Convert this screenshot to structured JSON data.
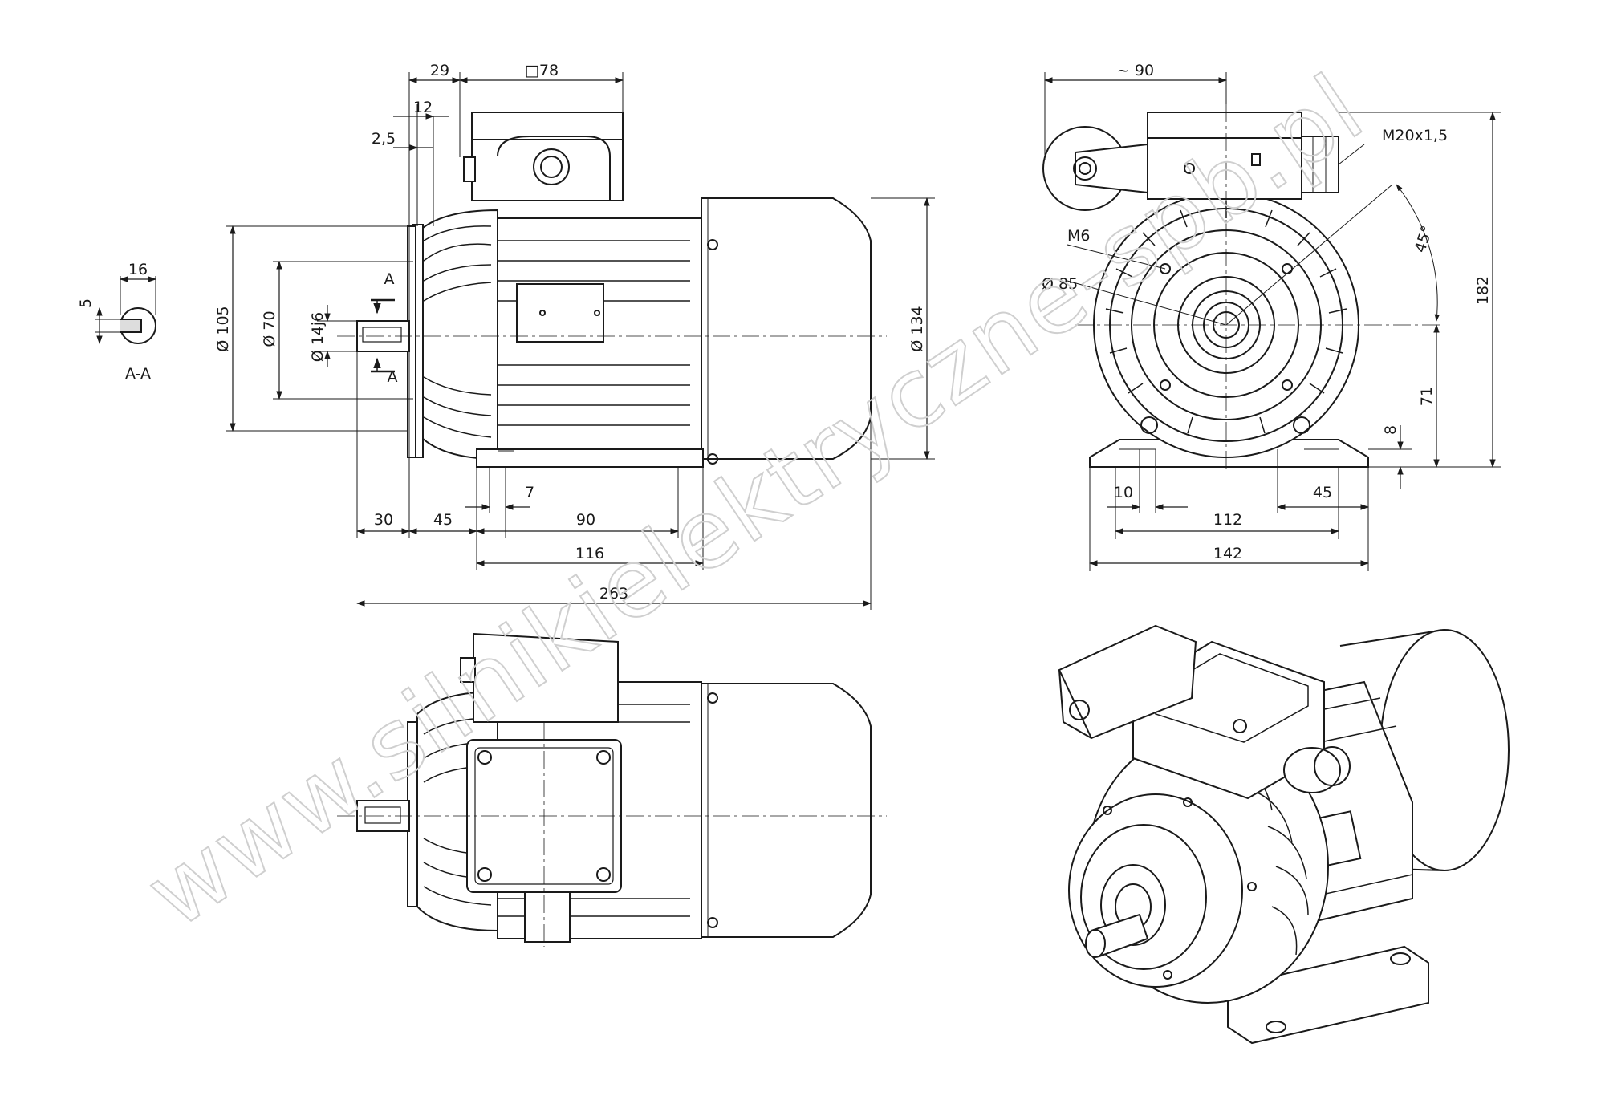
{
  "watermark": "www.silnikielektryczne-spb.pl",
  "section": {
    "label": "A-A",
    "width_dim": "16",
    "key_dim": "5"
  },
  "side_view": {
    "top_dims": [
      "29",
      "□78",
      "12",
      "2,5"
    ],
    "cut_markers": [
      "A",
      "A"
    ],
    "left_diameters": [
      "Ø 105",
      "Ø 70",
      "Ø 14j6"
    ],
    "right_diameter": "Ø 134",
    "bottom_small": "7",
    "bottom_row": [
      "30",
      "45",
      "90"
    ],
    "bottom_116": "116",
    "bottom_263": "263"
  },
  "end_view": {
    "top_dim": "~ 90",
    "cable_gland": "M20x1,5",
    "bolt": "M6",
    "pitch_diameter": "Ø 85",
    "angle": "45°",
    "height_total": "182",
    "shaft_height": "71",
    "foot_thickness": "8",
    "foot_hole": "10",
    "foot_edge": "45",
    "hole_spacing": "112",
    "foot_width": "142"
  }
}
